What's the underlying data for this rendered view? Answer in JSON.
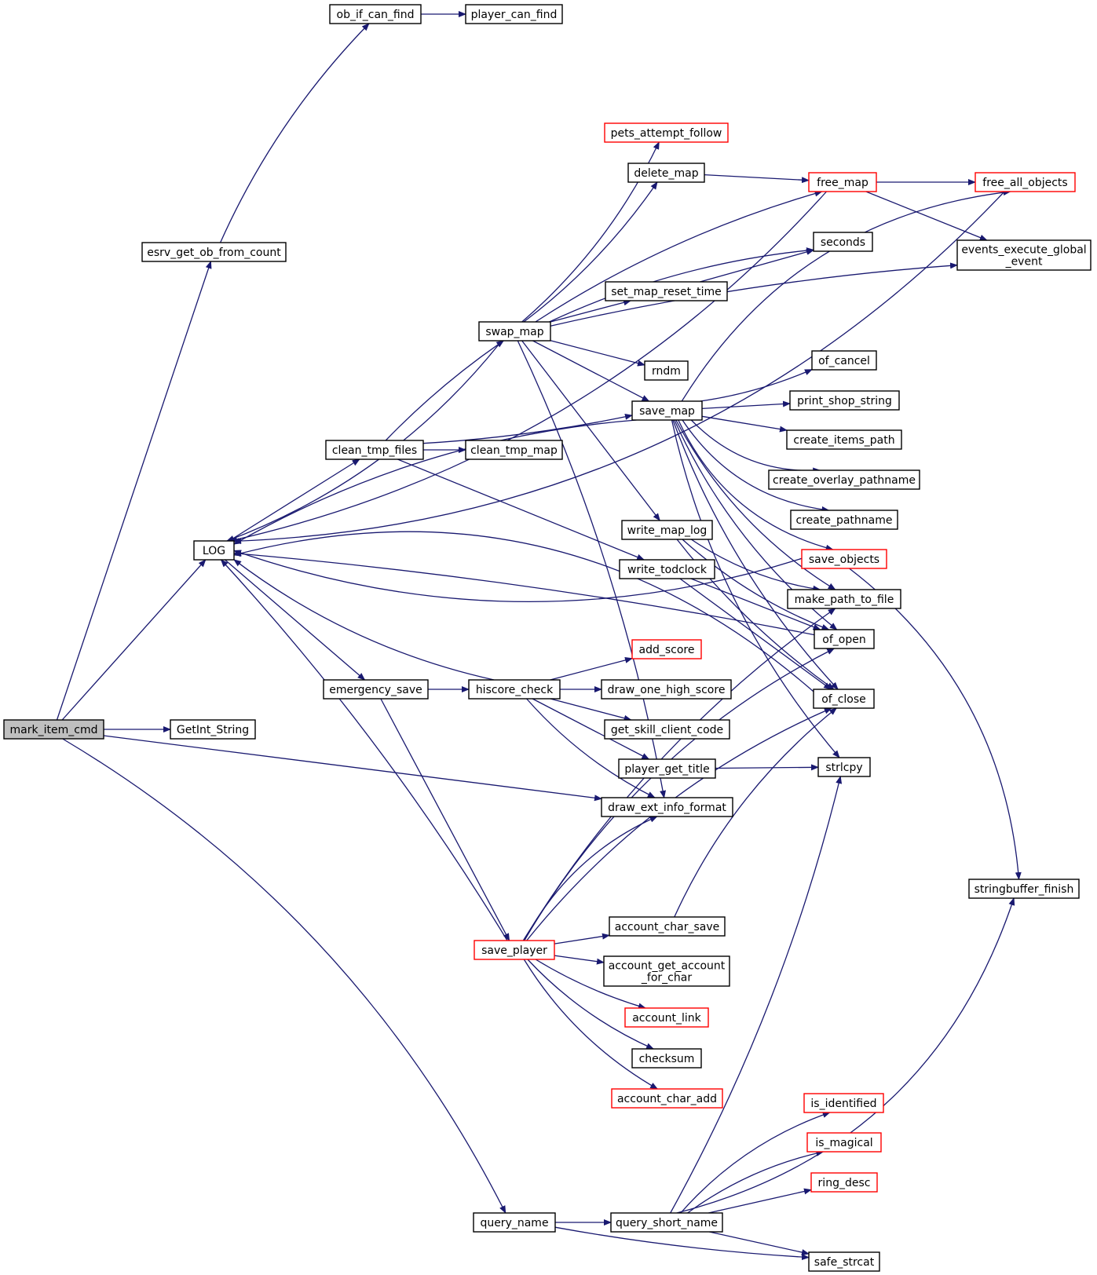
{
  "colors": {
    "edge": "#191970",
    "node_border": "#000000",
    "node_border_truncated": "#ff0000",
    "node_fill": "#ffffff",
    "root_fill": "#bfbfbf"
  },
  "root": "mark_item_cmd",
  "nodes": [
    {
      "id": "mark_item_cmd",
      "lines": [
        "mark_item_cmd"
      ],
      "truncated": false
    },
    {
      "id": "ob_if_can_find",
      "lines": [
        "ob_if_can_find"
      ],
      "truncated": false
    },
    {
      "id": "player_can_find",
      "lines": [
        "player_can_find"
      ],
      "truncated": false
    },
    {
      "id": "esrv_get_ob_from_count",
      "lines": [
        "esrv_get_ob_from_count"
      ],
      "truncated": false
    },
    {
      "id": "LOG",
      "lines": [
        "LOG"
      ],
      "truncated": false
    },
    {
      "id": "GetInt_String",
      "lines": [
        "GetInt_String"
      ],
      "truncated": false
    },
    {
      "id": "query_name",
      "lines": [
        "query_name"
      ],
      "truncated": false
    },
    {
      "id": "draw_ext_info_format",
      "lines": [
        "draw_ext_info_format"
      ],
      "truncated": false
    },
    {
      "id": "clean_tmp_files",
      "lines": [
        "clean_tmp_files"
      ],
      "truncated": false
    },
    {
      "id": "clean_tmp_map",
      "lines": [
        "clean_tmp_map"
      ],
      "truncated": false
    },
    {
      "id": "emergency_save",
      "lines": [
        "emergency_save"
      ],
      "truncated": false
    },
    {
      "id": "hiscore_check",
      "lines": [
        "hiscore_check"
      ],
      "truncated": false
    },
    {
      "id": "save_player",
      "lines": [
        "save_player"
      ],
      "truncated": true
    },
    {
      "id": "swap_map",
      "lines": [
        "swap_map"
      ],
      "truncated": false
    },
    {
      "id": "pets_attempt_follow",
      "lines": [
        "pets_attempt_follow"
      ],
      "truncated": true
    },
    {
      "id": "delete_map",
      "lines": [
        "delete_map"
      ],
      "truncated": false
    },
    {
      "id": "set_map_reset_time",
      "lines": [
        "set_map_reset_time"
      ],
      "truncated": false
    },
    {
      "id": "rndm",
      "lines": [
        "rndm"
      ],
      "truncated": false
    },
    {
      "id": "save_map",
      "lines": [
        "save_map"
      ],
      "truncated": false
    },
    {
      "id": "write_map_log",
      "lines": [
        "write_map_log"
      ],
      "truncated": false
    },
    {
      "id": "write_todclock",
      "lines": [
        "write_todclock"
      ],
      "truncated": false
    },
    {
      "id": "add_score",
      "lines": [
        "add_score"
      ],
      "truncated": true
    },
    {
      "id": "draw_one_high_score",
      "lines": [
        "draw_one_high_score"
      ],
      "truncated": false
    },
    {
      "id": "get_skill_client_code",
      "lines": [
        "get_skill_client_code"
      ],
      "truncated": false
    },
    {
      "id": "player_get_title",
      "lines": [
        "player_get_title"
      ],
      "truncated": false
    },
    {
      "id": "account_char_save",
      "lines": [
        "account_char_save"
      ],
      "truncated": false
    },
    {
      "id": "account_get_account_for_char",
      "lines": [
        "account_get_account",
        "_for_char"
      ],
      "truncated": false
    },
    {
      "id": "account_link",
      "lines": [
        "account_link"
      ],
      "truncated": true
    },
    {
      "id": "checksum",
      "lines": [
        "checksum"
      ],
      "truncated": false
    },
    {
      "id": "account_char_add",
      "lines": [
        "account_char_add"
      ],
      "truncated": true
    },
    {
      "id": "query_short_name",
      "lines": [
        "query_short_name"
      ],
      "truncated": false
    },
    {
      "id": "free_map",
      "lines": [
        "free_map"
      ],
      "truncated": true
    },
    {
      "id": "seconds",
      "lines": [
        "seconds"
      ],
      "truncated": false
    },
    {
      "id": "of_cancel",
      "lines": [
        "of_cancel"
      ],
      "truncated": false
    },
    {
      "id": "print_shop_string",
      "lines": [
        "print_shop_string"
      ],
      "truncated": false
    },
    {
      "id": "create_items_path",
      "lines": [
        "create_items_path"
      ],
      "truncated": false
    },
    {
      "id": "create_overlay_pathname",
      "lines": [
        "create_overlay_pathname"
      ],
      "truncated": false
    },
    {
      "id": "create_pathname",
      "lines": [
        "create_pathname"
      ],
      "truncated": false
    },
    {
      "id": "save_objects",
      "lines": [
        "save_objects"
      ],
      "truncated": true
    },
    {
      "id": "make_path_to_file",
      "lines": [
        "make_path_to_file"
      ],
      "truncated": false
    },
    {
      "id": "of_open",
      "lines": [
        "of_open"
      ],
      "truncated": false
    },
    {
      "id": "of_close",
      "lines": [
        "of_close"
      ],
      "truncated": false
    },
    {
      "id": "strlcpy",
      "lines": [
        "strlcpy"
      ],
      "truncated": false
    },
    {
      "id": "is_identified",
      "lines": [
        "is_identified"
      ],
      "truncated": true
    },
    {
      "id": "is_magical",
      "lines": [
        "is_magical"
      ],
      "truncated": true
    },
    {
      "id": "ring_desc",
      "lines": [
        "ring_desc"
      ],
      "truncated": true
    },
    {
      "id": "safe_strcat",
      "lines": [
        "safe_strcat"
      ],
      "truncated": false
    },
    {
      "id": "free_all_objects",
      "lines": [
        "free_all_objects"
      ],
      "truncated": true
    },
    {
      "id": "events_execute_global_event",
      "lines": [
        "events_execute_global",
        "_event"
      ],
      "truncated": false
    },
    {
      "id": "stringbuffer_finish",
      "lines": [
        "stringbuffer_finish"
      ],
      "truncated": false
    }
  ],
  "edges": [
    [
      "mark_item_cmd",
      "esrv_get_ob_from_count"
    ],
    [
      "mark_item_cmd",
      "LOG"
    ],
    [
      "mark_item_cmd",
      "GetInt_String"
    ],
    [
      "mark_item_cmd",
      "draw_ext_info_format"
    ],
    [
      "mark_item_cmd",
      "query_name"
    ],
    [
      "esrv_get_ob_from_count",
      "ob_if_can_find"
    ],
    [
      "ob_if_can_find",
      "player_can_find"
    ],
    [
      "LOG",
      "clean_tmp_files"
    ],
    [
      "LOG",
      "emergency_save"
    ],
    [
      "clean_tmp_files",
      "clean_tmp_map"
    ],
    [
      "clean_tmp_files",
      "swap_map"
    ],
    [
      "clean_tmp_files",
      "save_map"
    ],
    [
      "clean_tmp_files",
      "write_todclock"
    ],
    [
      "emergency_save",
      "hiscore_check"
    ],
    [
      "emergency_save",
      "save_player"
    ],
    [
      "swap_map",
      "LOG"
    ],
    [
      "swap_map",
      "pets_attempt_follow"
    ],
    [
      "swap_map",
      "delete_map"
    ],
    [
      "swap_map",
      "free_map"
    ],
    [
      "swap_map",
      "seconds"
    ],
    [
      "swap_map",
      "set_map_reset_time"
    ],
    [
      "swap_map",
      "events_execute_global_event"
    ],
    [
      "swap_map",
      "rndm"
    ],
    [
      "swap_map",
      "save_map"
    ],
    [
      "swap_map",
      "write_map_log"
    ],
    [
      "swap_map",
      "draw_ext_info_format"
    ],
    [
      "delete_map",
      "free_map"
    ],
    [
      "set_map_reset_time",
      "seconds"
    ],
    [
      "free_map",
      "LOG"
    ],
    [
      "free_map",
      "free_all_objects"
    ],
    [
      "free_map",
      "events_execute_global_event"
    ],
    [
      "free_all_objects",
      "LOG"
    ],
    [
      "save_map",
      "LOG"
    ],
    [
      "save_map",
      "free_all_objects"
    ],
    [
      "save_map",
      "of_cancel"
    ],
    [
      "save_map",
      "print_shop_string"
    ],
    [
      "save_map",
      "create_items_path"
    ],
    [
      "save_map",
      "create_overlay_pathname"
    ],
    [
      "save_map",
      "create_pathname"
    ],
    [
      "save_map",
      "save_objects"
    ],
    [
      "save_map",
      "make_path_to_file"
    ],
    [
      "save_map",
      "of_open"
    ],
    [
      "save_map",
      "of_close"
    ],
    [
      "save_map",
      "strlcpy"
    ],
    [
      "save_objects",
      "LOG"
    ],
    [
      "save_objects",
      "stringbuffer_finish"
    ],
    [
      "write_map_log",
      "make_path_to_file"
    ],
    [
      "write_map_log",
      "of_open"
    ],
    [
      "write_map_log",
      "of_close"
    ],
    [
      "write_todclock",
      "of_open"
    ],
    [
      "write_todclock",
      "of_close"
    ],
    [
      "of_open",
      "LOG"
    ],
    [
      "of_close",
      "LOG"
    ],
    [
      "hiscore_check",
      "LOG"
    ],
    [
      "hiscore_check",
      "add_score"
    ],
    [
      "hiscore_check",
      "draw_one_high_score"
    ],
    [
      "hiscore_check",
      "get_skill_client_code"
    ],
    [
      "hiscore_check",
      "player_get_title"
    ],
    [
      "hiscore_check",
      "draw_ext_info_format"
    ],
    [
      "player_get_title",
      "strlcpy"
    ],
    [
      "save_player",
      "LOG"
    ],
    [
      "save_player",
      "draw_ext_info_format"
    ],
    [
      "save_player",
      "make_path_to_file"
    ],
    [
      "save_player",
      "of_open"
    ],
    [
      "save_player",
      "of_close"
    ],
    [
      "save_player",
      "account_char_save"
    ],
    [
      "save_player",
      "account_get_account_for_char"
    ],
    [
      "save_player",
      "account_link"
    ],
    [
      "save_player",
      "checksum"
    ],
    [
      "save_player",
      "account_char_add"
    ],
    [
      "account_char_save",
      "of_close"
    ],
    [
      "query_name",
      "query_short_name"
    ],
    [
      "query_name",
      "safe_strcat"
    ],
    [
      "query_short_name",
      "is_identified"
    ],
    [
      "query_short_name",
      "is_magical"
    ],
    [
      "query_short_name",
      "ring_desc"
    ],
    [
      "query_short_name",
      "safe_strcat"
    ],
    [
      "query_short_name",
      "strlcpy"
    ],
    [
      "query_short_name",
      "stringbuffer_finish"
    ]
  ]
}
